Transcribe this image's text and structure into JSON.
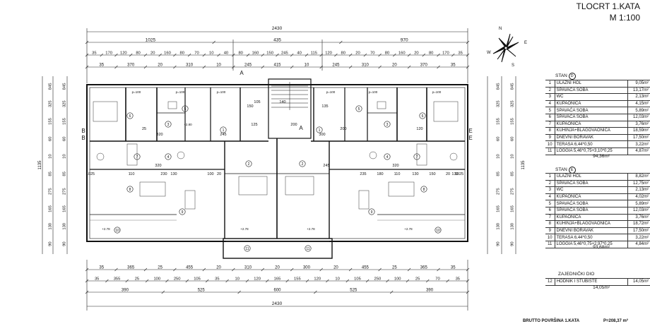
{
  "title": {
    "line1": "TLOCRT 1.KATA",
    "line2": "M 1:100"
  },
  "north_letters": {
    "n": "N",
    "e": "E",
    "s": "S",
    "w": "W"
  },
  "dims": {
    "top_total": "2430",
    "top_row1": [
      "1025",
      "435",
      "970"
    ],
    "top_row2": [
      "35",
      "170",
      "120",
      "80",
      "20",
      "160",
      "80",
      "70",
      "10",
      "40",
      "80",
      "160",
      "150",
      "245",
      "40",
      "115",
      "120",
      "80",
      "20",
      "70",
      "80",
      "160",
      "20",
      "80",
      "170",
      "35"
    ],
    "top_row3": [
      "35",
      "370",
      "20",
      "310",
      "10",
      "245",
      "415",
      "10",
      "245",
      "310",
      "20",
      "370",
      "35"
    ],
    "bottom_row1": [
      "35",
      "365",
      "25",
      "455",
      "20",
      "310",
      "20",
      "300",
      "20",
      "455",
      "25",
      "365",
      "35"
    ],
    "bottom_row2": [
      "35",
      "355",
      "25",
      "100",
      "250",
      "105",
      "35",
      "10",
      "120",
      "165",
      "155",
      "120",
      "10",
      "105",
      "250",
      "100",
      "25",
      "70",
      "35"
    ],
    "bottom_row3": [
      "390",
      "525",
      "600",
      "525",
      "390"
    ],
    "bottom_total": "2430",
    "left_outer": "1135",
    "left_mid": [
      "845",
      "325",
      "155",
      "60",
      "10",
      "85",
      "275",
      "165",
      "130",
      "90"
    ],
    "right_outer": "1135",
    "right_mid": [
      "845",
      "325",
      "155",
      "60",
      "10",
      "85",
      "275",
      "165",
      "130",
      "90"
    ]
  },
  "plan_labels": {
    "side_marks": [
      "B",
      "B",
      "E",
      "E"
    ],
    "stair_marks": [
      "A",
      "A"
    ],
    "small_notes": [
      "p=100",
      "p=100",
      "p=100",
      "p=100",
      "p=100",
      "p=100",
      "+2.80",
      "+2.78",
      "+2.78",
      "+2.78",
      "+2.78"
    ],
    "room_dims": [
      "320",
      "245",
      "320",
      "300",
      "320",
      "245",
      "1025",
      "110",
      "230",
      "130",
      "100",
      "20",
      "140",
      "105",
      "150",
      "200",
      "200",
      "135",
      "235",
      "180",
      "110",
      "130",
      "150",
      "20",
      "130",
      "25",
      "120",
      "1025",
      "125"
    ],
    "circled": [
      "1",
      "2",
      "3",
      "4",
      "5",
      "6",
      "7",
      "8",
      "9",
      "10",
      "11"
    ]
  },
  "stan_d": {
    "label": "STAN",
    "letter": "D",
    "rows": [
      {
        "n": "1",
        "name": "ULAZNI HOL",
        "area": "9,05m²"
      },
      {
        "n": "2",
        "name": "SPAVAĆA SOBA",
        "area": "13,17m²"
      },
      {
        "n": "3",
        "name": "WC",
        "area": "2,13m²"
      },
      {
        "n": "4",
        "name": "KUPAONICA",
        "area": "4,15m²"
      },
      {
        "n": "5",
        "name": "SPAVAĆA SOBA",
        "area": "5,89m²"
      },
      {
        "n": "6",
        "name": "SPAVAĆA SOBA",
        "area": "12,03m²"
      },
      {
        "n": "7",
        "name": "KUPAONICA",
        "area": "3,76m²"
      },
      {
        "n": "8",
        "name": "KUHINJA+BLAGOVAONICA",
        "area": "18,59m²"
      },
      {
        "n": "9",
        "name": "DNEVNI BORAVAK",
        "area": "17,50m²"
      },
      {
        "n": "10",
        "name": "TERASA 6,44*0,50",
        "area": "3,22m²"
      },
      {
        "n": "11",
        "name": "LOGGIA 5,46*0,75+3,10*0,25",
        "area": "4,87m²"
      }
    ],
    "total": "94,36m²"
  },
  "stan_e": {
    "label": "STAN",
    "letter": "E",
    "rows": [
      {
        "n": "1",
        "name": "ULAZNI HOL",
        "area": "8,82m²"
      },
      {
        "n": "2",
        "name": "SPAVAĆA SOBA",
        "area": "12,75m²"
      },
      {
        "n": "3",
        "name": "WC",
        "area": "2,13m²"
      },
      {
        "n": "4",
        "name": "KUPAONICA",
        "area": "4,02m²"
      },
      {
        "n": "5",
        "name": "SPAVAĆA SOBA",
        "area": "5,89m²"
      },
      {
        "n": "6",
        "name": "SPAVAĆA SOBA",
        "area": "12,03m²"
      },
      {
        "n": "7",
        "name": "KUPAONICA",
        "area": "3,76m²"
      },
      {
        "n": "8",
        "name": "KUHINJA+BLAGOVAONICA",
        "area": "18,72m²"
      },
      {
        "n": "9",
        "name": "DNEVNI BORAVAK",
        "area": "17,50m²"
      },
      {
        "n": "10",
        "name": "TERASA 6,44*0,50",
        "area": "3,22m²"
      },
      {
        "n": "11",
        "name": "LOGGIA 5,46*0,75+2,97*0,25",
        "area": "4,84m²"
      }
    ],
    "total": "93,68m²"
  },
  "common": {
    "label": "ZAJEDNIČKI DIO",
    "rows": [
      {
        "n": "12",
        "name": "HODNIK I STUBIŠTE",
        "area": "14,05m²"
      }
    ],
    "total": "14,05m²"
  },
  "footer": {
    "label": "BRUTTO POVRŠINA 1.KATA",
    "value": "P=208,37 m²"
  }
}
